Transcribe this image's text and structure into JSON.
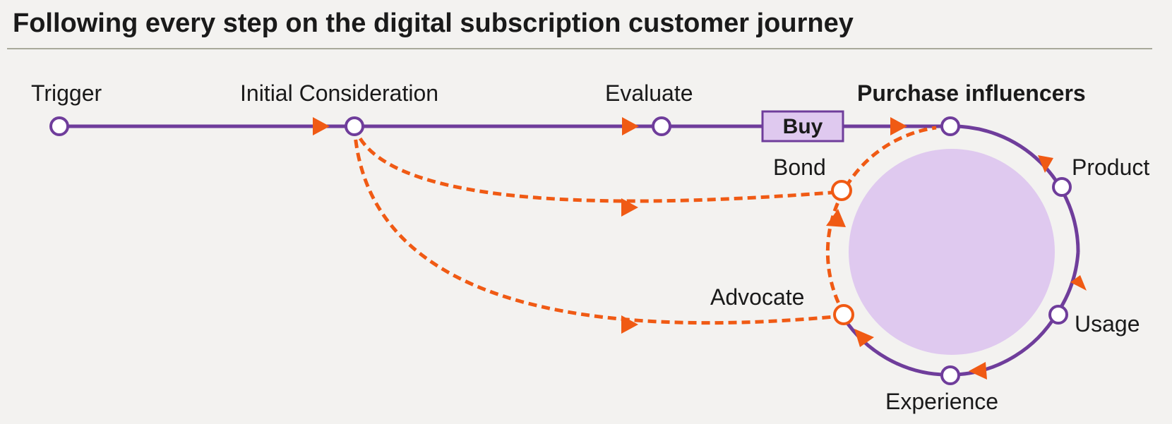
{
  "title": "Following every step on the digital subscription customer journey",
  "colors": {
    "background": "#f3f2f0",
    "purple": "#6f3d9b",
    "orange": "#f05a14",
    "loop_fill": "#dfc9ef",
    "buy_fill": "#dfc9ef",
    "rule": "#a8a99a"
  },
  "labels": {
    "trigger": "Trigger",
    "initial_consideration": "Initial Consideration",
    "evaluate": "Evaluate",
    "buy": "Buy",
    "purchase_influencers": "Purchase influencers",
    "product": "Product",
    "usage": "Usage",
    "experience": "Experience",
    "advocate": "Advocate",
    "bond": "Bond"
  }
}
